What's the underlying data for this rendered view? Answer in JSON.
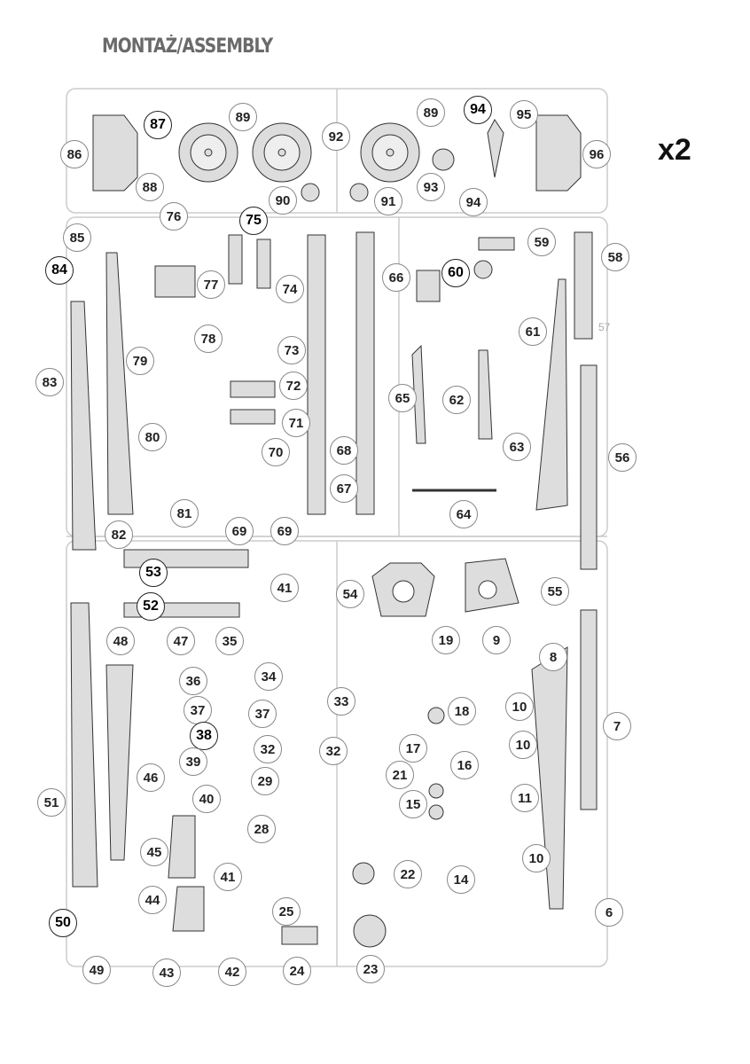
{
  "header": {
    "title": "MONTAŻ/ASSEMBLY",
    "multiplier": "x2"
  },
  "sprue_marker": "57",
  "part_labels": [
    "86",
    "87",
    "88",
    "89",
    "90",
    "92",
    "89",
    "94",
    "95",
    "96",
    "91",
    "93",
    "94",
    "76",
    "75",
    "85",
    "84",
    "77",
    "74",
    "66",
    "60",
    "59",
    "58",
    "78",
    "73",
    "79",
    "83",
    "72",
    "65",
    "62",
    "61",
    "71",
    "80",
    "63",
    "56",
    "70",
    "68",
    "67",
    "81",
    "82",
    "69",
    "69",
    "64",
    "53",
    "41",
    "54",
    "55",
    "52",
    "48",
    "47",
    "35",
    "19",
    "9",
    "8",
    "36",
    "34",
    "33",
    "18",
    "10",
    "7",
    "37",
    "37",
    "38",
    "10",
    "32",
    "32",
    "17",
    "39",
    "16",
    "46",
    "21",
    "29",
    "40",
    "11",
    "51",
    "15",
    "28",
    "45",
    "10",
    "41",
    "22",
    "14",
    "44",
    "25",
    "6",
    "50",
    "49",
    "43",
    "42",
    "24",
    "23"
  ]
}
